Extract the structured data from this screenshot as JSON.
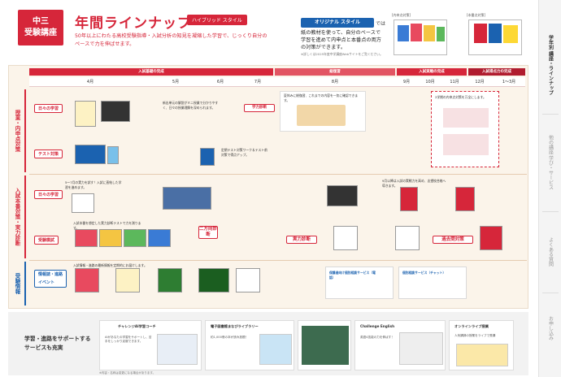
{
  "header": {
    "badge_line1": "中三",
    "badge_line2": "受験講座",
    "title": "年間ラインナップ",
    "tag": "ハイブリッド スタイル",
    "subtitle": "50年以上にわたる高校受験指導・入試分析の知見を凝縮した学習で、じっくり自分のペースで力を伸ばせます。"
  },
  "original": {
    "label": "オリジナル スタイル",
    "suffix": "では",
    "text": "紙の教材を使って、自分のペースで学習を進めて内申点と本番点の両方の対策ができます。",
    "note": "※詳しくは2025年度中学講座Webサイトをご覧ください。",
    "thumb1_caption": "[内申点対策]",
    "thumb2_caption": "[本番点対策]"
  },
  "right_nav": [
    "学年別 講座・ラインナップ",
    "他の講座 学び・サービス",
    "よくある質問",
    "お申し込み"
  ],
  "phases": [
    {
      "label": "入試基礎の完成",
      "color": "#d6263a"
    },
    {
      "label": "総復習",
      "color": "#d6263a"
    },
    {
      "label": "入試実戦の完成",
      "color": "#d6263a"
    },
    {
      "label": "入試得点力の完成",
      "color": "#d6263a"
    }
  ],
  "months": [
    "4月",
    "5月",
    "6月",
    "7月",
    "8月",
    "9月",
    "10月",
    "11月",
    "12月",
    "1〜3月"
  ],
  "sections": {
    "naishin": "授業・内申点対策",
    "honban": "入試本番対策・実力診断",
    "juken": "受験情報"
  },
  "rows": {
    "daily1": "日々の学習",
    "test": "テスト対策",
    "daily2": "日々の学習",
    "mock": "受験模試",
    "info": "情報誌・進路イベント"
  },
  "notes": {
    "daily1": "新出単元の解説がミニ授業で分かりやすく、日々の授業理解を深められます。",
    "test": "定期テスト対策ワーク＆テスト前対策で得点アップ。",
    "summer": "夏休みに総復習、これまでの内容を一気に確認できます。",
    "naishin_summary": "2学期の内申点対策を万全にします。",
    "honban_daily": "5〜7月の実力を試す！入試に直結した学習を進めます。",
    "mock": "入試本番を想定した実力診断テストで力を測ります。",
    "autumn": "9月以降は入試の実戦力を高め、志望校合格へ導きます。",
    "info": "入試情報・進路の最新情報を定期的にお届けします。"
  },
  "buttons": {
    "shindan": "学力診断",
    "jitsuryoku": "実力診断",
    "nijigen": "二方向診断",
    "kako": "過去問対策"
  },
  "support": {
    "free_label": "保護者向け個別相談サービス（電話）",
    "chat_label": "個別相談サービス（チャット）"
  },
  "bottom": {
    "label_line1": "学習・進路をサポートする",
    "label_line2": "サービスも充実",
    "cards": [
      {
        "title": "チャレンジAI学習コーチ",
        "text": "AIがあなたの学習をサポートし、苦手をしっかり克服できます。"
      },
      {
        "title": "電子図書館まなびライブラリー",
        "text": "約1,000冊の本が読み放題！"
      },
      {
        "title": "Challenge English",
        "text": "英語4技能の力を伸ばす！"
      },
      {
        "title": "オンラインライブ授業",
        "text": "人気講師の授業をライブで受講"
      }
    ]
  },
  "footer": "※内容・名称は変更になる場合があります。"
}
